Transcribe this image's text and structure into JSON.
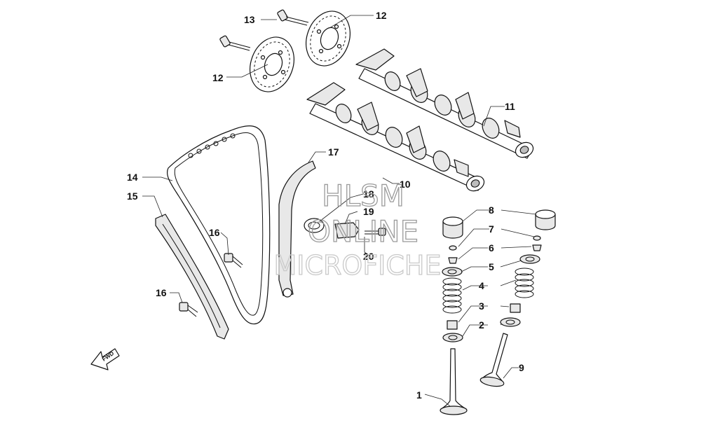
{
  "watermark": {
    "line1": "HLSM",
    "line2": "ONLINE",
    "line3": "MICROFICHE"
  },
  "direction_arrow": {
    "label": "FWD"
  },
  "callouts": [
    {
      "id": "c1",
      "label": "1"
    },
    {
      "id": "c2",
      "label": "2"
    },
    {
      "id": "c3",
      "label": "3"
    },
    {
      "id": "c4",
      "label": "4"
    },
    {
      "id": "c5",
      "label": "5"
    },
    {
      "id": "c6",
      "label": "6"
    },
    {
      "id": "c7",
      "label": "7"
    },
    {
      "id": "c8",
      "label": "8"
    },
    {
      "id": "c9",
      "label": "9"
    },
    {
      "id": "c10",
      "label": "10"
    },
    {
      "id": "c11",
      "label": "11"
    },
    {
      "id": "c12a",
      "label": "12"
    },
    {
      "id": "c12b",
      "label": "12"
    },
    {
      "id": "c13",
      "label": "13"
    },
    {
      "id": "c14",
      "label": "14"
    },
    {
      "id": "c15",
      "label": "15"
    },
    {
      "id": "c16a",
      "label": "16"
    },
    {
      "id": "c16b",
      "label": "16"
    },
    {
      "id": "c17",
      "label": "17"
    },
    {
      "id": "c18",
      "label": "18"
    },
    {
      "id": "c19",
      "label": "19"
    },
    {
      "id": "c20",
      "label": "20"
    }
  ]
}
